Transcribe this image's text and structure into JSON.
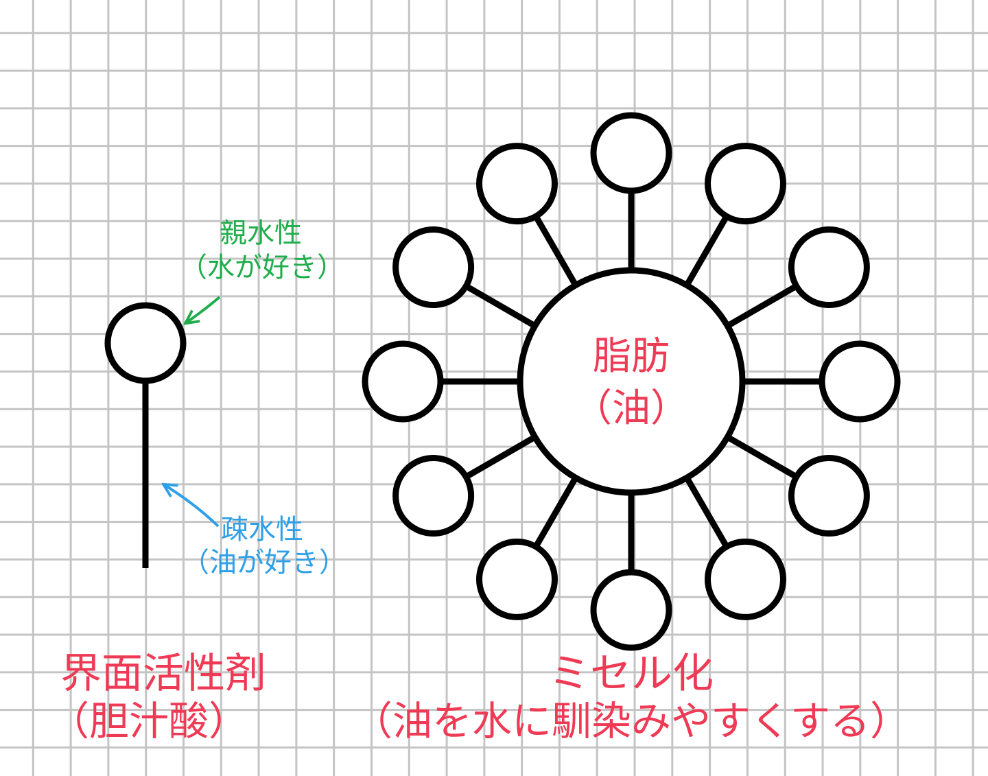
{
  "surfactant": {
    "hydrophilic_label": "親水性",
    "hydrophilic_note": "（水が好き）",
    "hydrophobic_label": "疎水性",
    "hydrophobic_note": "（油が好き）",
    "title": "界面活性剤",
    "subtitle": "（胆汁酸）"
  },
  "micelle": {
    "core_label": "脂肪",
    "core_note": "（油）",
    "title": "ミセル化",
    "subtitle": "（油を水に馴染みやすくする）"
  },
  "colors": {
    "line": "#000000",
    "green": "#1fae4b",
    "blue": "#2f9fe8",
    "red": "#ef3a55",
    "grid": "#c4c4c4"
  }
}
